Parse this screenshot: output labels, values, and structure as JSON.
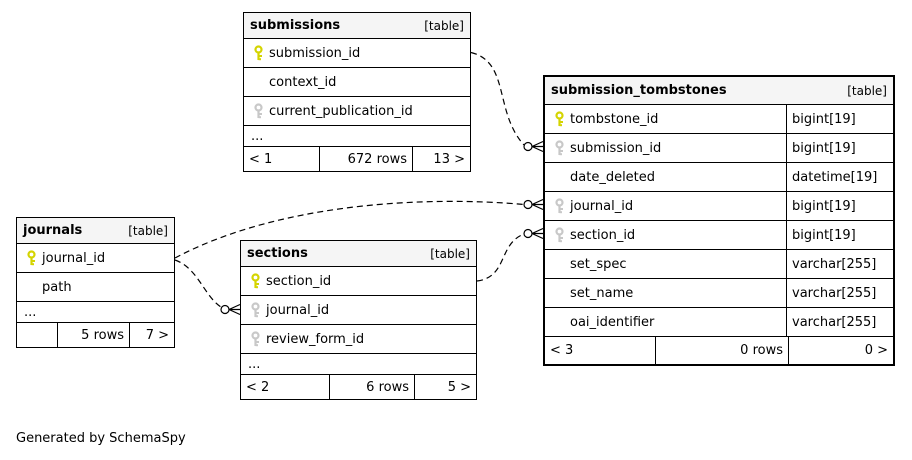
{
  "diagram": {
    "generated_note": "Generated by SchemaSpy",
    "colors": {
      "primary_key": "#d4d400",
      "foreign_key": "#c8c8c8",
      "header_bg": "#f5f5f5",
      "border": "#000000"
    }
  },
  "tables": {
    "submissions": {
      "title": "submissions",
      "tag": "[table]",
      "rows": [
        {
          "name": "submission_id",
          "key": "primary"
        },
        {
          "name": "context_id",
          "key": "none"
        },
        {
          "name": "current_publication_id",
          "key": "foreign"
        },
        {
          "name": "...",
          "key": "none"
        }
      ],
      "footer": {
        "prev": "< 1",
        "rows": "672 rows",
        "next": "13 >"
      }
    },
    "submission_tombstones": {
      "title": "submission_tombstones",
      "tag": "[table]",
      "rows": [
        {
          "name": "tombstone_id",
          "type": "bigint[19]",
          "key": "primary"
        },
        {
          "name": "submission_id",
          "type": "bigint[19]",
          "key": "foreign"
        },
        {
          "name": "date_deleted",
          "type": "datetime[19]",
          "key": "none"
        },
        {
          "name": "journal_id",
          "type": "bigint[19]",
          "key": "foreign"
        },
        {
          "name": "section_id",
          "type": "bigint[19]",
          "key": "foreign"
        },
        {
          "name": "set_spec",
          "type": "varchar[255]",
          "key": "none"
        },
        {
          "name": "set_name",
          "type": "varchar[255]",
          "key": "none"
        },
        {
          "name": "oai_identifier",
          "type": "varchar[255]",
          "key": "none"
        }
      ],
      "footer": {
        "prev": "< 3",
        "rows": "0 rows",
        "next": "0 >"
      }
    },
    "journals": {
      "title": "journals",
      "tag": "[table]",
      "rows": [
        {
          "name": "journal_id",
          "key": "primary"
        },
        {
          "name": "path",
          "key": "none"
        },
        {
          "name": "...",
          "key": "none"
        }
      ],
      "footer": {
        "prev": "",
        "rows": "5 rows",
        "next": "7 >"
      }
    },
    "sections": {
      "title": "sections",
      "tag": "[table]",
      "rows": [
        {
          "name": "section_id",
          "key": "primary"
        },
        {
          "name": "journal_id",
          "key": "foreign"
        },
        {
          "name": "review_form_id",
          "key": "foreign"
        },
        {
          "name": "...",
          "key": "none"
        }
      ],
      "footer": {
        "prev": "< 2",
        "rows": "6 rows",
        "next": "5 >"
      }
    }
  }
}
